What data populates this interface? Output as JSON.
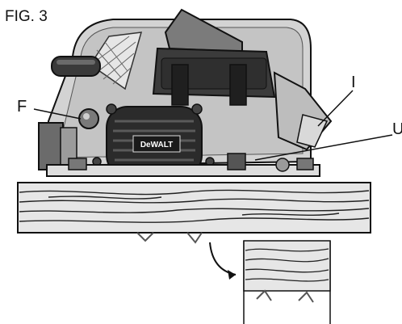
{
  "figure": {
    "title": "FIG. 3",
    "callouts": {
      "f": "F",
      "i": "I",
      "u": "U"
    },
    "brand_plate": "DeWALT"
  },
  "colors": {
    "ink": "#111111",
    "body_gray": "#c9c9c9",
    "dark_gray": "#555555",
    "motor_dark": "#2b2b2b",
    "wood_fill": "#e4e4e4"
  }
}
